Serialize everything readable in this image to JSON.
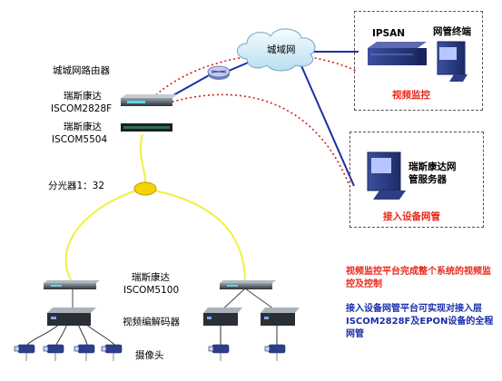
{
  "labels": {
    "metro_router": "城城网路由器",
    "vendor_a": "瑞斯康达",
    "model_a": "ISCOM2828F",
    "vendor_b": "瑞斯康达",
    "model_b": "ISCOM5504",
    "splitter": "分光器1：32",
    "vendor_c": "瑞斯康达",
    "model_c": "ISCOM5100",
    "codec": "视频编解码器",
    "camera": "摄像头",
    "metro_cloud": "城域网",
    "ipsan": "IPSAN",
    "nm_terminal": "网管终端",
    "video_monitor": "视频监控",
    "nm_server_line1": "瑞斯康达网",
    "nm_server_line2": "管服务器",
    "access_nm": "接入设备网管"
  },
  "notes": {
    "red_note": "视频监控平台完成整个系统的视频监控及控制",
    "blue_note": "接入设备网管平台可实现对接入层ISCOM2828F及EPON设备的全程网管"
  },
  "colors": {
    "fiber": "#f2f040",
    "link_blue": "#1b2ea8",
    "dotted_red": "#d0201a",
    "accent_red": "#e8281b",
    "splitter": "#f4d400"
  }
}
